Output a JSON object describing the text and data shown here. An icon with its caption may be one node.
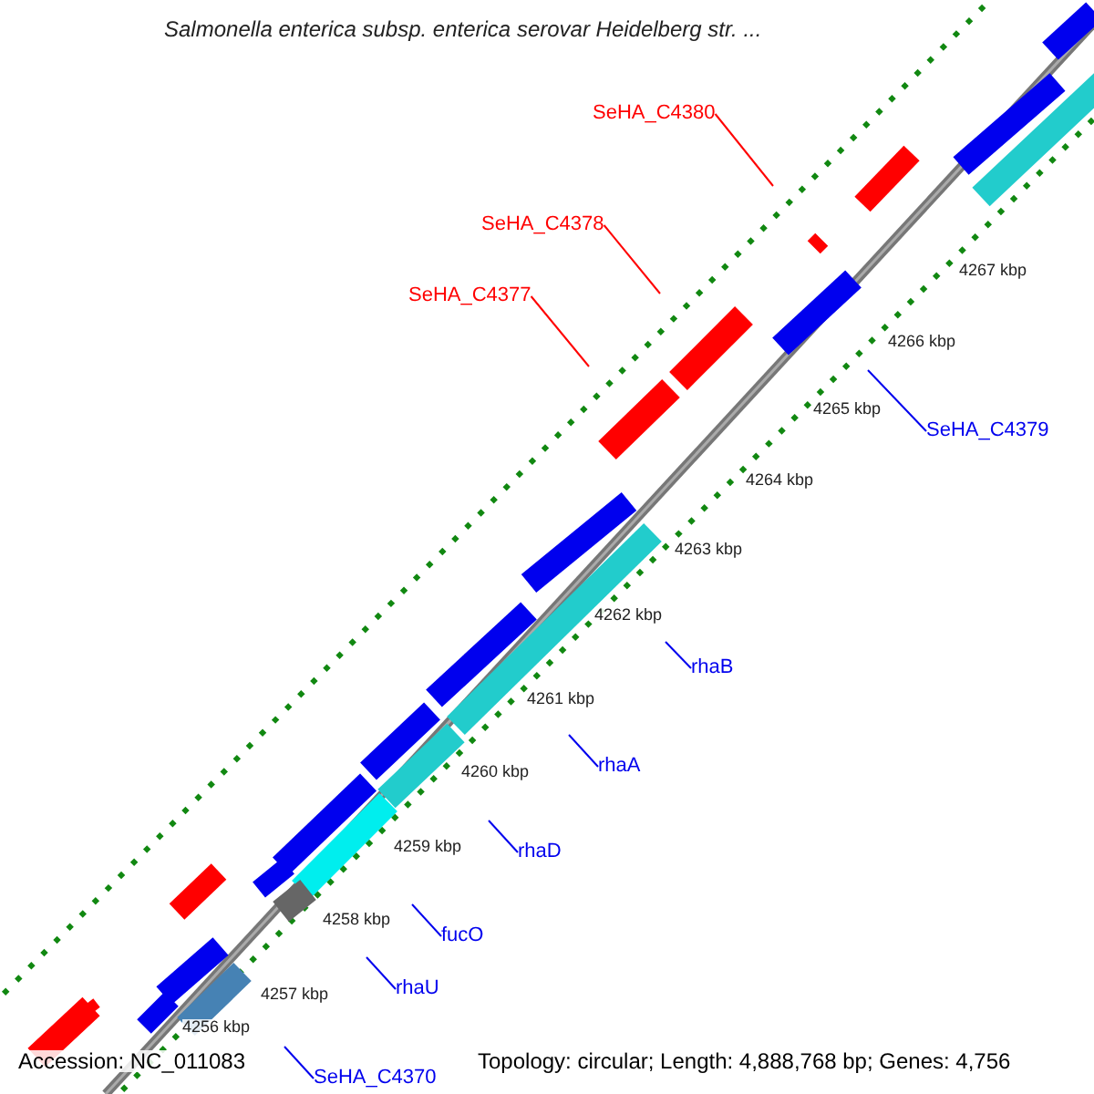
{
  "diagram": {
    "title": "Salmonella enterica subsp. enterica serovar Heidelberg str. ...",
    "nodes": [
      {
        "text": [
          "SeHA_C4380"
        ]
      },
      {
        "text": [
          "SeHA_C4378"
        ]
      },
      {
        "text": [
          "SeHA_C4377"
        ]
      },
      {
        "text": [
          "SeHA_C4379"
        ]
      },
      {
        "text": [
          "rhaB"
        ]
      },
      {
        "text": [
          "rhaA"
        ]
      },
      {
        "text": [
          "rhaD"
        ]
      },
      {
        "text": [
          "fucO"
        ]
      },
      {
        "text": [
          "rhaU"
        ]
      },
      {
        "text": [
          "SeHA_C4370"
        ]
      }
    ],
    "edges": [
      {
        "from": 0,
        "to": null,
        "arrow": "none",
        "color": "#ff0000"
      },
      {
        "from": 1,
        "to": null,
        "arrow": "none",
        "color": "#ff0000"
      },
      {
        "from": 2,
        "to": null,
        "arrow": "none",
        "color": "#ff0000"
      },
      {
        "from": 3,
        "to": null,
        "arrow": "none"
      },
      {
        "from": 4,
        "to": null,
        "arrow": "none"
      },
      {
        "from": 5,
        "to": null,
        "arrow": "none"
      },
      {
        "from": 6,
        "to": null,
        "arrow": "none"
      },
      {
        "from": 7,
        "to": null,
        "arrow": "none"
      },
      {
        "from": 8,
        "to": null,
        "arrow": "none"
      },
      {
        "from": 9,
        "to": null,
        "arrow": "none"
      }
    ],
    "labels": [
      "4267 kbp",
      "4266 kbp",
      "4265 kbp",
      "4264 kbp",
      "4263 kbp",
      "4262 kbp",
      "4261 kbp",
      "4260 kbp",
      "4259 kbp",
      "4258 kbp",
      "4257 kbp",
      "4256 kbp",
      "Accession: NC_011083",
      "Topology: circular; Length: 4,888,768 bp; Genes: 4,756"
    ]
  }
}
